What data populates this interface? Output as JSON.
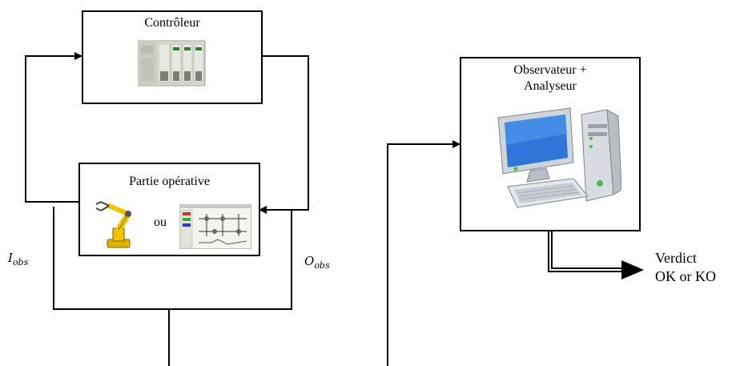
{
  "controller": {
    "title": "Contrôleur",
    "icon": "plc-icon"
  },
  "plant": {
    "title": "Partie opérative",
    "or_label": "ou",
    "icons": [
      "robot-arm-icon",
      "simulation-screen-icon"
    ]
  },
  "observer": {
    "title_line1": "Observateur +",
    "title_line2": "Analyseur",
    "icon": "desktop-computer-icon"
  },
  "signals": {
    "inputs_main": "I",
    "inputs_sub": "obs",
    "outputs_main": "O",
    "outputs_sub": "obs"
  },
  "verdict": {
    "line1": "Verdict",
    "line2": "OK or KO"
  }
}
